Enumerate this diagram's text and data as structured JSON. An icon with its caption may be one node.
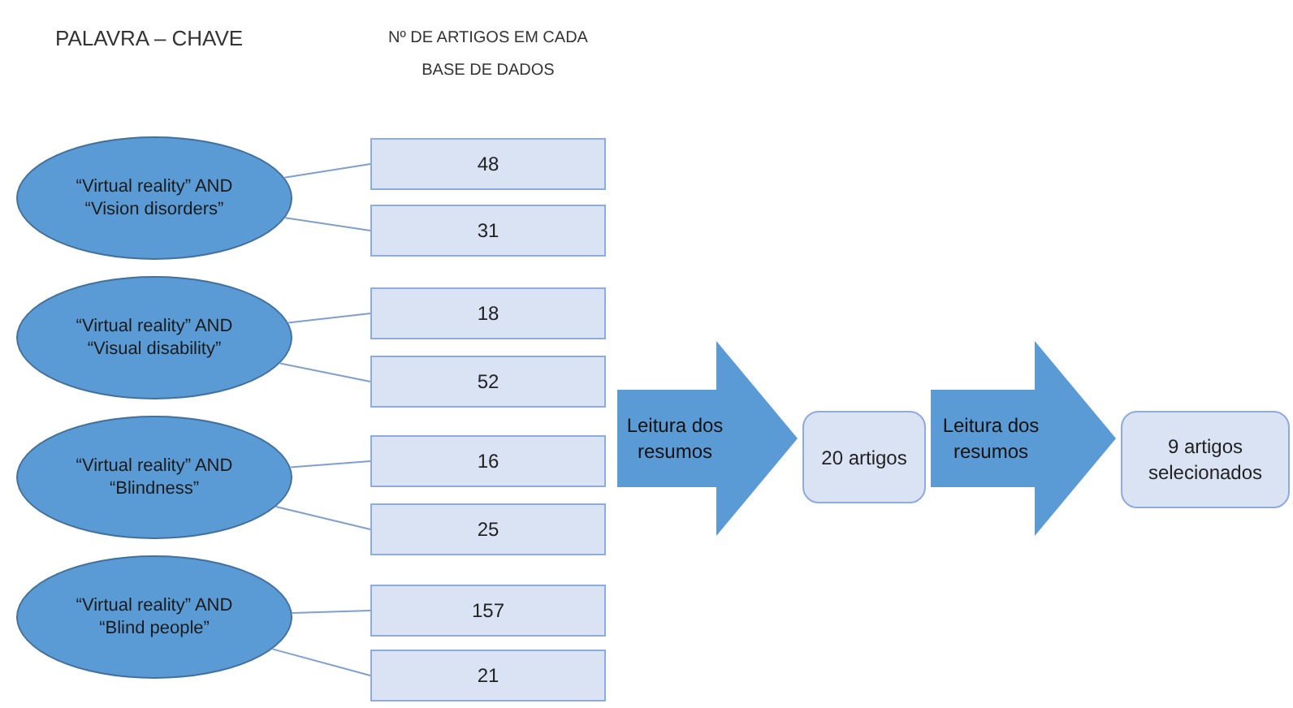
{
  "diagram": {
    "nodes": [
      {
        "text": [
          "“Virtual reality” AND “Vision disorders”"
        ]
      },
      {
        "text": [
          "48"
        ]
      },
      {
        "text": [
          "31"
        ]
      },
      {
        "text": [
          "“Virtual reality” AND “Visual disability”"
        ]
      },
      {
        "text": [
          "18"
        ]
      },
      {
        "text": [
          "52"
        ]
      },
      {
        "text": [
          "“Virtual reality” AND “Blindness”"
        ]
      },
      {
        "text": [
          "16"
        ]
      },
      {
        "text": [
          "25"
        ]
      },
      {
        "text": [
          "“Virtual reality” AND “Blind people”"
        ]
      },
      {
        "text": [
          "157"
        ]
      },
      {
        "text": [
          "21"
        ]
      },
      {
        "text": [
          "20 artigos"
        ]
      },
      {
        "text": [
          "9 artigos selecionados"
        ]
      }
    ],
    "edges": [
      {
        "from": 0,
        "to": 1,
        "arrow": "none"
      },
      {
        "from": 0,
        "to": 2,
        "arrow": "none"
      },
      {
        "from": 3,
        "to": 4,
        "arrow": "none"
      },
      {
        "from": 3,
        "to": 5,
        "arrow": "none"
      },
      {
        "from": 6,
        "to": 7,
        "arrow": "none"
      },
      {
        "from": 6,
        "to": 8,
        "arrow": "none"
      },
      {
        "from": 9,
        "to": 10,
        "arrow": "none"
      },
      {
        "from": 9,
        "to": 11,
        "arrow": "none"
      },
      {
        "from": null,
        "to": 12,
        "arrow": "to",
        "label": "Leitura dos resumos",
        "style": "thick"
      },
      {
        "from": 12,
        "to": 13,
        "arrow": "to",
        "label": "Leitura dos resumos",
        "style": "thick"
      }
    ],
    "labels": [
      "PALAVRA – CHAVE",
      "Nº DE ARTIGOS EM CADA BASE DE DADOS"
    ]
  }
}
